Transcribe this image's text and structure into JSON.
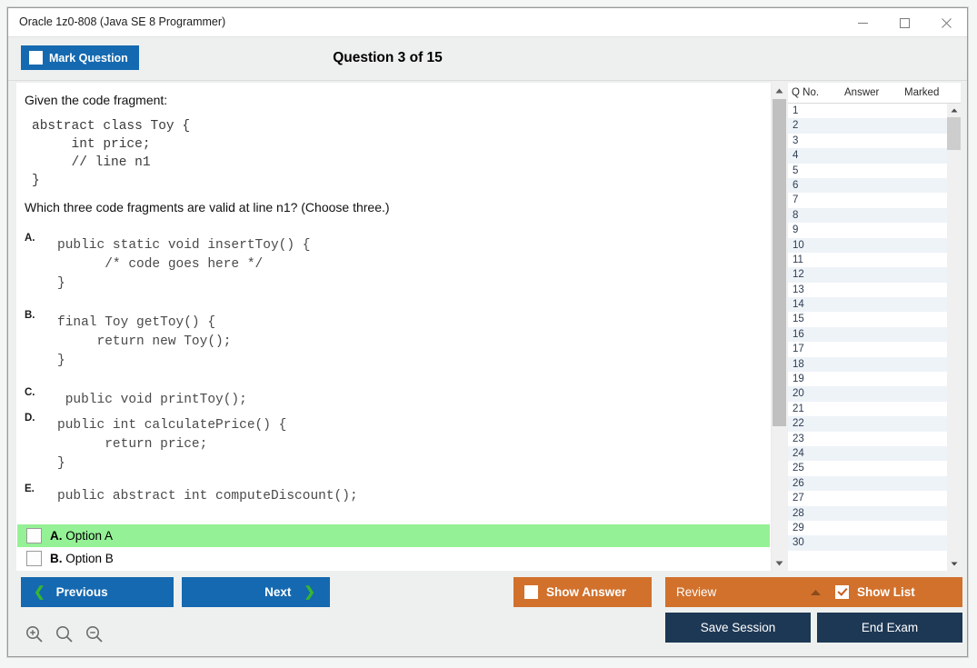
{
  "window": {
    "title": "Oracle 1z0-808 (Java SE 8 Programmer)",
    "controls": {
      "minimize": "minimize-icon",
      "maximize": "maximize-icon",
      "close": "close-icon"
    }
  },
  "toolbar": {
    "mark_question_label": "Mark Question",
    "mark_question_checked": false,
    "question_heading": "Question 3 of 15"
  },
  "question": {
    "prompt": "Given the code fragment:",
    "code": "abstract class Toy {\n     int price;\n     // line n1\n}",
    "ask": "Which three code fragments are valid at line n1? (Choose three.)",
    "choices": [
      {
        "letter": "A.",
        "code": "public static void insertToy() {\n      /* code goes here */\n}"
      },
      {
        "letter": "B.",
        "code": "final Toy getToy() {\n     return new Toy();\n}"
      },
      {
        "letter": "C.",
        "code": " public void printToy();"
      },
      {
        "letter": "D.",
        "code": "public int calculatePrice() {\n      return price;\n}"
      },
      {
        "letter": "E.",
        "code": "public abstract int computeDiscount();"
      }
    ]
  },
  "answer_options": [
    {
      "letter": "A.",
      "text": "Option A",
      "checked": false,
      "highlighted": true
    },
    {
      "letter": "B.",
      "text": "Option B",
      "checked": false,
      "highlighted": false
    }
  ],
  "question_list": {
    "columns": [
      "Q No.",
      "Answer",
      "Marked"
    ],
    "rows": [
      {
        "no": "1",
        "answer": "",
        "marked": ""
      },
      {
        "no": "2",
        "answer": "",
        "marked": ""
      },
      {
        "no": "3",
        "answer": "",
        "marked": ""
      },
      {
        "no": "4",
        "answer": "",
        "marked": ""
      },
      {
        "no": "5",
        "answer": "",
        "marked": ""
      },
      {
        "no": "6",
        "answer": "",
        "marked": ""
      },
      {
        "no": "7",
        "answer": "",
        "marked": ""
      },
      {
        "no": "8",
        "answer": "",
        "marked": ""
      },
      {
        "no": "9",
        "answer": "",
        "marked": ""
      },
      {
        "no": "10",
        "answer": "",
        "marked": ""
      },
      {
        "no": "11",
        "answer": "",
        "marked": ""
      },
      {
        "no": "12",
        "answer": "",
        "marked": ""
      },
      {
        "no": "13",
        "answer": "",
        "marked": ""
      },
      {
        "no": "14",
        "answer": "",
        "marked": ""
      },
      {
        "no": "15",
        "answer": "",
        "marked": ""
      },
      {
        "no": "16",
        "answer": "",
        "marked": ""
      },
      {
        "no": "17",
        "answer": "",
        "marked": ""
      },
      {
        "no": "18",
        "answer": "",
        "marked": ""
      },
      {
        "no": "19",
        "answer": "",
        "marked": ""
      },
      {
        "no": "20",
        "answer": "",
        "marked": ""
      },
      {
        "no": "21",
        "answer": "",
        "marked": ""
      },
      {
        "no": "22",
        "answer": "",
        "marked": ""
      },
      {
        "no": "23",
        "answer": "",
        "marked": ""
      },
      {
        "no": "24",
        "answer": "",
        "marked": ""
      },
      {
        "no": "25",
        "answer": "",
        "marked": ""
      },
      {
        "no": "26",
        "answer": "",
        "marked": ""
      },
      {
        "no": "27",
        "answer": "",
        "marked": ""
      },
      {
        "no": "28",
        "answer": "",
        "marked": ""
      },
      {
        "no": "29",
        "answer": "",
        "marked": ""
      },
      {
        "no": "30",
        "answer": "",
        "marked": ""
      }
    ]
  },
  "footer": {
    "previous_label": "Previous",
    "next_label": "Next",
    "show_answer_label": "Show Answer",
    "show_answer_checked": false,
    "review_label": "Review",
    "show_list_label": "Show List",
    "show_list_checked": true,
    "save_session_label": "Save Session",
    "end_exam_label": "End Exam",
    "zoom_in_icon": "zoom-in-icon",
    "zoom_reset_icon": "zoom-reset-icon",
    "zoom_out_icon": "zoom-out-icon"
  },
  "colors": {
    "blue": "#1569b0",
    "orange": "#d1712c",
    "navy": "#1d3855",
    "green_highlight": "#95f196",
    "chevron_green": "#36b632"
  }
}
